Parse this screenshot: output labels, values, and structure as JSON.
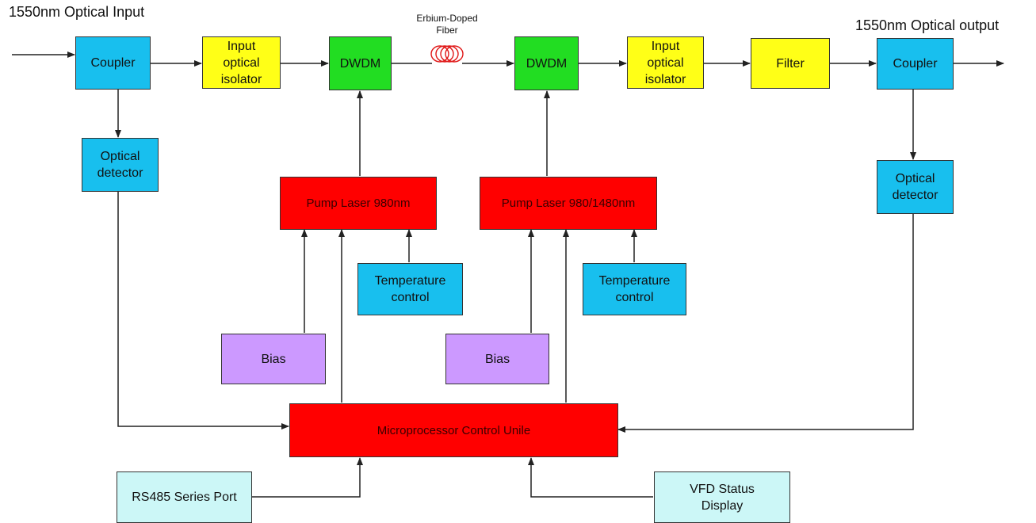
{
  "labels": {
    "optical_input": "1550nm Optical Input",
    "optical_output": "1550nm Optical output",
    "fiber": "Erbium-Doped\nFiber"
  },
  "boxes": {
    "coupler_in": "Coupler",
    "isolator_1": "Input\noptical\nisolator",
    "dwdm_1": "DWDM",
    "dwdm_2": "DWDM",
    "isolator_2": "Input\noptical\nisolator",
    "filter": "Filter",
    "coupler_out": "Coupler",
    "detector_left": "Optical\ndetector",
    "detector_right": "Optical\ndetector",
    "pump_980": "Pump Laser 980nm",
    "pump_980_1480": "Pump Laser 980/1480nm",
    "temp_left": "Temperature\ncontrol",
    "temp_right": "Temperature\ncontrol",
    "bias_left": "Bias",
    "bias_right": "Bias",
    "mcu": "Microprocessor Control Unile",
    "rs485": "RS485 Series Port",
    "vfd": "VFD Status\nDisplay"
  },
  "colors": {
    "coupler_detector_temp": "#18bfee",
    "isolator_filter": "#ffff17",
    "dwdm": "#22dd22",
    "pump_mcu": "#ff0000",
    "bias": "#cc99ff",
    "ports": "#ccf7f7"
  }
}
